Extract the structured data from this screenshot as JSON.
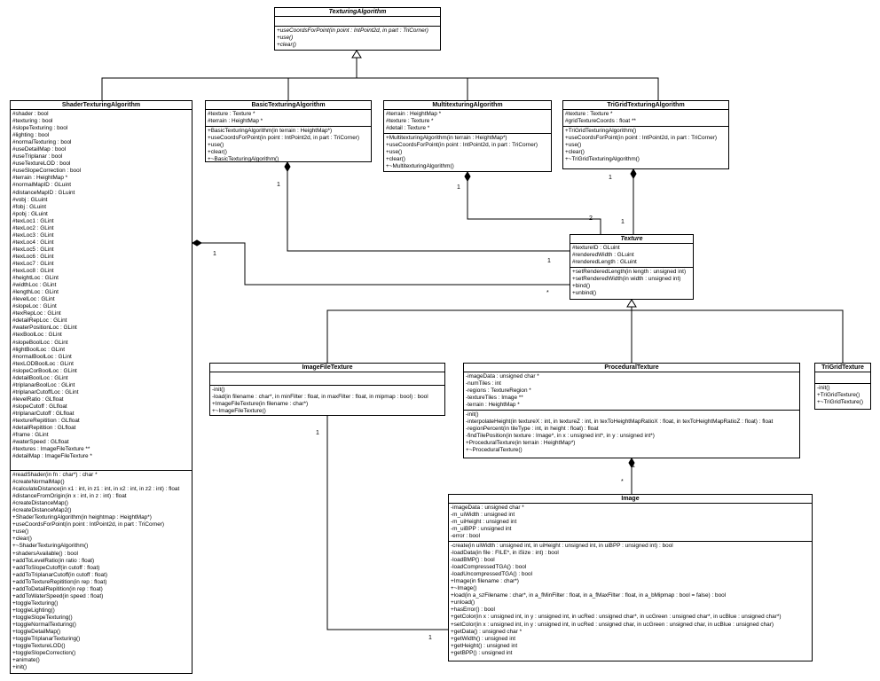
{
  "classes": {
    "texturing": {
      "name": "TexturingAlgorithm",
      "attributes": [],
      "operations": [
        "+useCoordsForPoint(in point : IntPoint2d, in part : TriCorner)",
        "+use()",
        "+clear()"
      ]
    },
    "shader": {
      "name": "ShaderTexturingAlgorithm",
      "attributes": [
        "#shader : bool",
        "#texturing : bool",
        "#slopeTexturing : bool",
        "#lighting : bool",
        "#normalTexturing : bool",
        "#useDetailMap : bool",
        "#useTriplanar : bool",
        "#useTextureLOD : bool",
        "#useSlopeCorrection : bool",
        "#terrain : HeightMap *",
        "#normalMapID : GLuint",
        "#distanceMapID : GLuint",
        "#vobj : GLuint",
        "#fobj : GLuint",
        "#pobj : GLuint",
        "#texLoc1 : GLint",
        "#texLoc2 : GLint",
        "#texLoc3 : GLint",
        "#texLoc4 : GLint",
        "#texLoc5 : GLint",
        "#texLoc6 : GLint",
        "#texLoc7 : GLint",
        "#texLoc8 : GLint",
        "#heightLoc : GLint",
        "#widthLoc : GLint",
        "#lengthLoc : GLint",
        "#levelLoc : GLint",
        "#slopeLoc : GLint",
        "#texRepLoc : GLint",
        "#detailRepLoc : GLint",
        "#waterPositionLoc : GLint",
        "#texBoolLoc : GLint",
        "#slopeBoolLoc : GLint",
        "#lightBoolLoc : GLint",
        "#normalBoolLoc : GLint",
        "#texLODBoolLoc : GLint",
        "#slopeCorBoolLoc : GLint",
        "#detailBoolLoc : GLint",
        "#triplanarBoolLoc : GLint",
        "#triplanarCutoffLoc : GLint",
        "#levelRatio : GLfloat",
        "#slopeCutoff : GLfloat",
        "#triplanarCutoff : GLfloat",
        "#textureRepitition : GLfloat",
        "#detailRepitition : GLfloat",
        "#frame : GLint",
        "#waterSpeed : GLfloat",
        "#textures : ImageFileTexture **",
        "#detailMap : ImageFileTexture *"
      ],
      "operations": [
        "#readShader(in fn : char*) : char *",
        "#createNormalMap()",
        "#calculateDistance(in x1 : int, in z1 : int, in x2 : int, in z2 : int) : float",
        "#distanceFromOrigin(in x : int, in z : int) : float",
        "#createDistanceMap()",
        "#createDistanceMap2()",
        "+ShaderTexturingAlgorithm(in heightmap : HeightMap*)",
        "+useCoordsForPoint(in point : IntPoint2d, in part : TriCorner)",
        "+use()",
        "+clear()",
        "+~ShaderTexturingAlgorithm()",
        "+shadersAvailable() : bool",
        "+addToLevelRatio(in ratio : float)",
        "+addToSlopeCutoff(in cutoff : float)",
        "+addToTriplanarCutoff(in cutoff : float)",
        "+addToTextureRepitition(in rep : float)",
        "+addToDetailRepitition(in rep : float)",
        "+addToWaterSpeed(in speed : float)",
        "+toggleTexturing()",
        "+toggleLighting()",
        "+toggleSlopeTexturing()",
        "+toggleNormalTexturing()",
        "+toggleDetailMap()",
        "+toggleTriplanarTexturing()",
        "+toggleTextureLOD()",
        "+toggleSlopeCorrection()",
        "+animate()",
        "+init()"
      ]
    },
    "basic": {
      "name": "BasicTexturingAlgorithm",
      "attributes": [
        "#texture : Texture *",
        "#terrain : HeightMap *"
      ],
      "operations": [
        "+BasicTexturingAlgorithm(in terrain : HeightMap*)",
        "+useCoordsForPoint(in point : IntPoint2d, in part : TriCorner)",
        "+use()",
        "+clear()",
        "+~BasicTexturingAlgorithm()"
      ]
    },
    "multi": {
      "name": "MultitexturingAlgorithm",
      "attributes": [
        "#terrain : HeightMap *",
        "#texture : Texture *",
        "#detail : Texture *"
      ],
      "operations": [
        "+MultitexturingAlgorithm(in terrain : HeightMap*)",
        "+useCoordsForPoint(in point : IntPoint2d, in part : TriCorner)",
        "+use()",
        "+clear()",
        "+~MultitexturingAlgorithm()"
      ]
    },
    "trigrid": {
      "name": "TriGridTexturingAlgorithm",
      "attributes": [
        "#texture : Texture *",
        "#gridTextureCoords : float **"
      ],
      "operations": [
        "+TriGridTexturingAlgorithm()",
        "+useCoordsForPoint(in point : IntPoint2d, in part : TriCorner)",
        "+use()",
        "+clear()",
        "+~TriGridTexturingAlgorithm()"
      ]
    },
    "texture": {
      "name": "Texture",
      "attributes": [
        "#textureID : GLuint",
        "#renderedWidth : GLuint",
        "#renderedLength : GLuint"
      ],
      "operations": [
        "+setRenderedLength(in length : unsigned int)",
        "+setRenderedWidth(in width : unsigned int)",
        "+bind()",
        "+unbind()"
      ]
    },
    "imagefile": {
      "name": "ImageFileTexture",
      "attributes": [],
      "operations": [
        "-init()",
        "-load(in filename : char*, in minFilter : float, in maxFilter : float, in mipmap : bool) : bool",
        "+ImageFileTexture(in filename : char*)",
        "+~ImageFileTexture()"
      ]
    },
    "procedural": {
      "name": "ProceduralTexture",
      "attributes": [
        "-imageData : unsigned char *",
        "-numTiles : int",
        "-regions : TextureRegion *",
        "-textureTiles : Image **",
        "-terrain : HeightMap *"
      ],
      "operations": [
        "-init()",
        "-interpolateHeight(in textureX : int, in textureZ : int, in texToHeightMapRatioX : float, in texToHeightMapRatioZ : float) : float",
        "-regionPercent(in tileType : int, in height : float) : float",
        "-findTilePosition(in texture : Image*, in x : unsigned int*, in y : unsigned int*)",
        "+ProceduralTexture(in terrain : HeightMap*)",
        "+~ProceduralTexture()"
      ]
    },
    "trigridtex": {
      "name": "TriGridTexture",
      "attributes": [],
      "operations": [
        "-init()",
        "+TriGridTexture()",
        "+~TriGridTexture()"
      ]
    },
    "image": {
      "name": "Image",
      "attributes": [
        "-imageData : unsigned char *",
        "-m_uiWidth : unsigned int",
        "-m_uiHeight : unsigned int",
        "-m_uiBPP : unsigned int",
        "-error : bool"
      ],
      "operations": [
        "-create(in uiWidth : unsigned int, in uiHeight : unsigned int, in uiBPP : unsigned int) : bool",
        "-loadData(in file : FILE*, in iSize : int) : bool",
        "-loadBMP() : bool",
        "-loadCompressedTGA() : bool",
        "-loadUncompressedTGA() : bool",
        "+Image(in filename : char*)",
        "+~Image()",
        "+load(in a_szFilename : char*, in a_fMinFilter : float, in a_fMaxFilter : float, in a_bMipmap : bool = false) : bool",
        "+unload()",
        "+hasError() : bool",
        "+getColor(in x : unsigned int, in y : unsigned int, in ucRed : unsigned char*, in ucGreen : unsigned char*, in ucBlue : unsigned char*)",
        "+setColor(in x : unsigned int, in y : unsigned int, in ucRed : unsigned char, in ucGreen : unsigned char, in ucBlue : unsigned char)",
        "+getData() : unsigned char *",
        "+getWidth() : unsigned int",
        "+getHeight() : unsigned int",
        "+getBPP() : unsigned int"
      ]
    }
  },
  "multiplicities": {
    "shader_end": "1",
    "texture_from_shader": "*",
    "basic_end": "1",
    "texture_from_basic": "1",
    "multi_end": "1",
    "texture_from_multi": "2",
    "trigrid_end": "1",
    "texture_from_trigrid": "1",
    "procedural_end": "1",
    "image_from_procedural": "*",
    "imagefile_end": "1",
    "image_from_imagefile": "1"
  }
}
